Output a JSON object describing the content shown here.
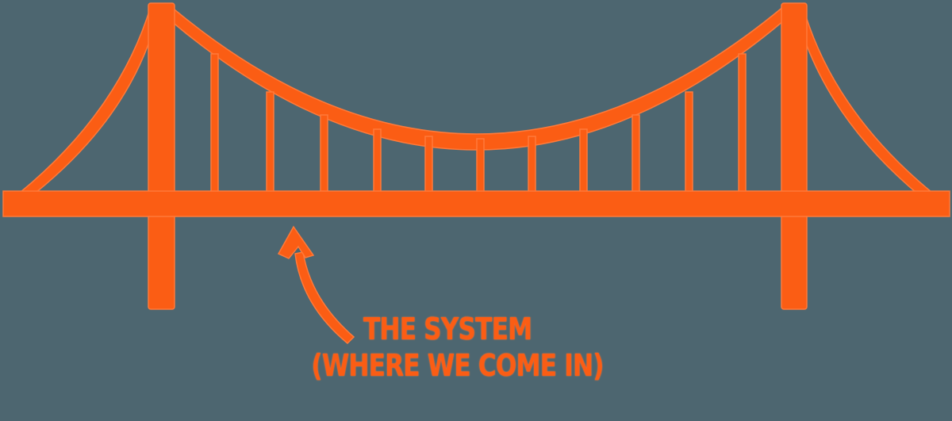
{
  "diagram": {
    "subject": "suspension bridge",
    "colors": {
      "background": "#4d6670",
      "bridge": "#fb5d14",
      "bridge_outline": "#ff7a3a"
    },
    "caption": {
      "line1": "THE SYSTEM",
      "line2": "(WHERE WE COME IN)"
    },
    "annotation": {
      "arrow_target": "bridge deck",
      "icon": "curved-arrow-up-icon"
    },
    "structure": {
      "towers": 2,
      "hangers": 11
    }
  }
}
